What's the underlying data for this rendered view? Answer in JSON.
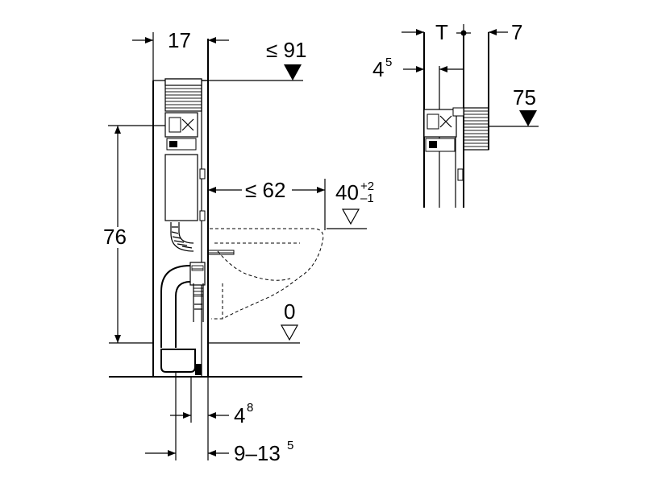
{
  "dimensions": {
    "top_width": "17",
    "cistern_top": "≤ 91",
    "height": "76",
    "depth": "≤ 62",
    "seat_height_main": "40",
    "seat_height_plus": "+2",
    "seat_height_minus": "–1",
    "floor_level": "0",
    "outlet_offset_main": "4",
    "outlet_offset_sup": "8",
    "drain_range_main": "9–13",
    "drain_range_sup": "5",
    "side_t": "T",
    "side_7": "7",
    "side_offset_main": "4",
    "side_offset_sup": "5",
    "side_75": "75"
  }
}
